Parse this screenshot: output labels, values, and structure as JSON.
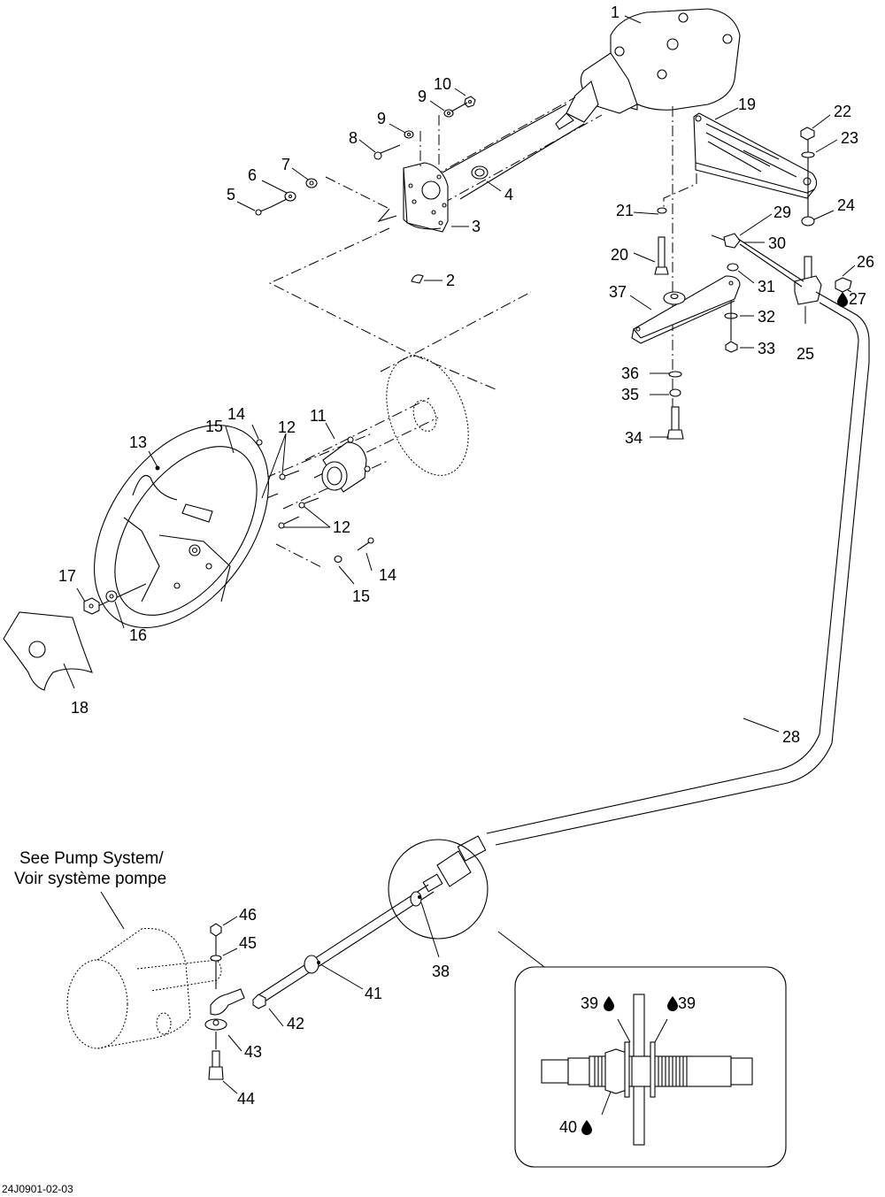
{
  "figure": {
    "drawing_code": "24J0901-02-03",
    "reference_note_line1": "See Pump System/",
    "reference_note_line2": "Voir système pompe"
  },
  "callouts": [
    {
      "id": "c1",
      "label": "1"
    },
    {
      "id": "c2",
      "label": "2"
    },
    {
      "id": "c3",
      "label": "3"
    },
    {
      "id": "c4",
      "label": "4"
    },
    {
      "id": "c5",
      "label": "5"
    },
    {
      "id": "c6",
      "label": "6"
    },
    {
      "id": "c7",
      "label": "7"
    },
    {
      "id": "c8",
      "label": "8"
    },
    {
      "id": "c9a",
      "label": "9"
    },
    {
      "id": "c9b",
      "label": "9"
    },
    {
      "id": "c10",
      "label": "10"
    },
    {
      "id": "c11",
      "label": "11"
    },
    {
      "id": "c12a",
      "label": "12"
    },
    {
      "id": "c12b",
      "label": "12"
    },
    {
      "id": "c13",
      "label": "13"
    },
    {
      "id": "c14a",
      "label": "14"
    },
    {
      "id": "c14b",
      "label": "14"
    },
    {
      "id": "c15a",
      "label": "15"
    },
    {
      "id": "c15b",
      "label": "15"
    },
    {
      "id": "c16",
      "label": "16"
    },
    {
      "id": "c17",
      "label": "17"
    },
    {
      "id": "c18",
      "label": "18"
    },
    {
      "id": "c19",
      "label": "19"
    },
    {
      "id": "c20",
      "label": "20"
    },
    {
      "id": "c21",
      "label": "21"
    },
    {
      "id": "c22",
      "label": "22"
    },
    {
      "id": "c23",
      "label": "23"
    },
    {
      "id": "c24",
      "label": "24"
    },
    {
      "id": "c25",
      "label": "25"
    },
    {
      "id": "c26",
      "label": "26"
    },
    {
      "id": "c27",
      "label": "27",
      "symbol": "drop-icon"
    },
    {
      "id": "c28",
      "label": "28"
    },
    {
      "id": "c29",
      "label": "29"
    },
    {
      "id": "c30",
      "label": "30"
    },
    {
      "id": "c31",
      "label": "31"
    },
    {
      "id": "c32",
      "label": "32"
    },
    {
      "id": "c33",
      "label": "33"
    },
    {
      "id": "c34",
      "label": "34"
    },
    {
      "id": "c35",
      "label": "35"
    },
    {
      "id": "c36",
      "label": "36"
    },
    {
      "id": "c37",
      "label": "37"
    },
    {
      "id": "c38",
      "label": "38"
    },
    {
      "id": "c39a",
      "label": "39",
      "symbol": "drop-icon"
    },
    {
      "id": "c39b",
      "label": "39",
      "symbol": "drop-icon"
    },
    {
      "id": "c40",
      "label": "40",
      "symbol": "drop-icon"
    },
    {
      "id": "c41",
      "label": "41"
    },
    {
      "id": "c42",
      "label": "42"
    },
    {
      "id": "c43",
      "label": "43"
    },
    {
      "id": "c44",
      "label": "44"
    },
    {
      "id": "c45",
      "label": "45"
    },
    {
      "id": "c46",
      "label": "46"
    }
  ]
}
